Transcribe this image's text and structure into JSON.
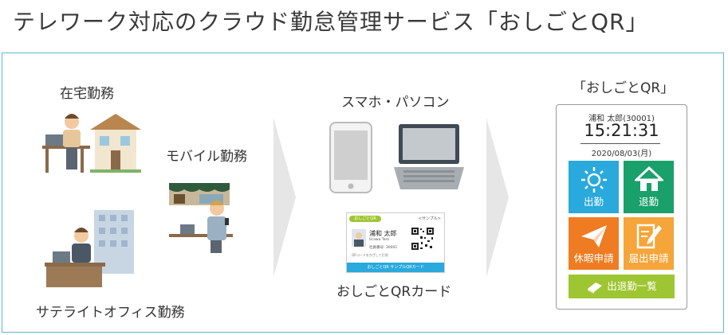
{
  "title": "テレワーク対応のクラウド勤怠管理サービス「おしごとQR」",
  "labels": {
    "home": "在宅勤務",
    "mobile": "モバイル勤務",
    "satellite": "サテライトオフィス勤務",
    "devices": "スマホ・パソコン",
    "card": "おしごとQRカード",
    "app": "「おしごとQR」"
  },
  "app": {
    "user": "浦和 太郎(30001)",
    "time": "15:21:31",
    "date": "2020/08/03(月)",
    "tiles": [
      {
        "label": "出勤",
        "color": "#29a9dc",
        "icon": "sun-icon"
      },
      {
        "label": "退勤",
        "color": "#1aa06a",
        "icon": "house-icon"
      },
      {
        "label": "休暇申請",
        "color": "#ef7c22",
        "icon": "paper-plane-icon"
      },
      {
        "label": "届出申請",
        "color": "#f5a53a",
        "icon": "pen-document-icon"
      }
    ],
    "list_button": "出退勤一覧",
    "list_color": "#9ec632"
  },
  "card": {
    "brand": "おしごとQR",
    "sample": "<サンプル>",
    "name": "浦和 太郎",
    "romaji": "Urawa Taro",
    "employee_no": "社員番号: 30001",
    "footer_note": "QRコードをかざして打刻",
    "footer": "おしごとQR サンプルQRカード"
  },
  "colors": {
    "border": "#5fb8cf",
    "chevron": "#e6e6e6"
  }
}
